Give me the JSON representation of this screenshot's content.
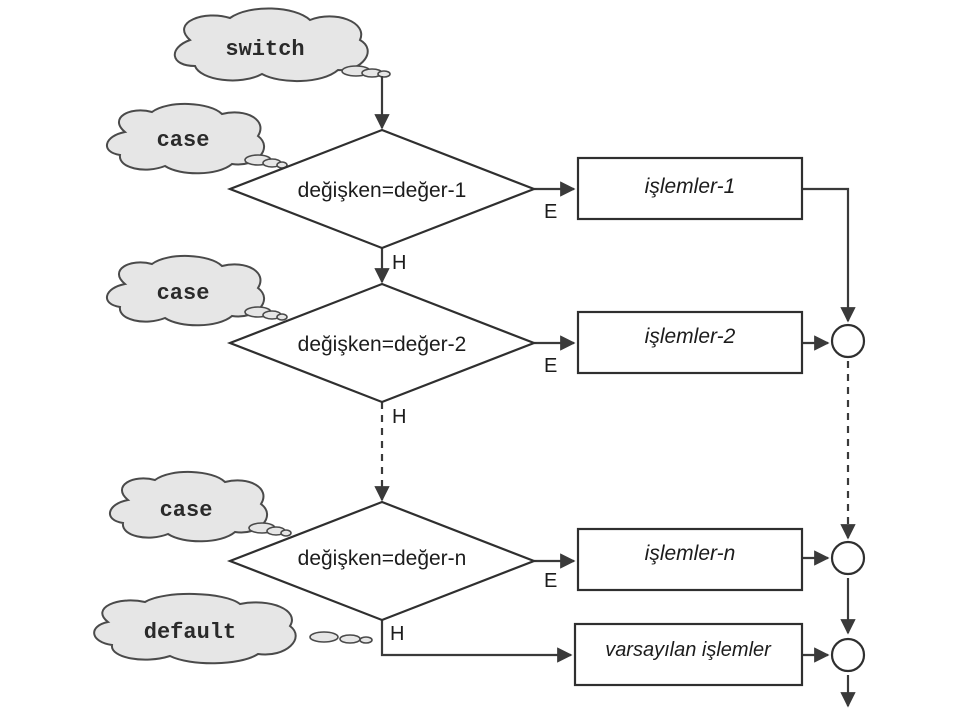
{
  "keywords": {
    "switch": "switch",
    "case_1": "case",
    "case_2": "case",
    "case_n": "case",
    "default": "default"
  },
  "conditions": {
    "c1": "değişken=değer-1",
    "c2": "değişken=değer-2",
    "cn": "değişken=değer-n"
  },
  "actions": {
    "a1": "işlemler-1",
    "a2": "işlemler-2",
    "an": "işlemler-n",
    "default": "varsayılan işlemler"
  },
  "branch_labels": {
    "yes": "E",
    "no": "H"
  }
}
